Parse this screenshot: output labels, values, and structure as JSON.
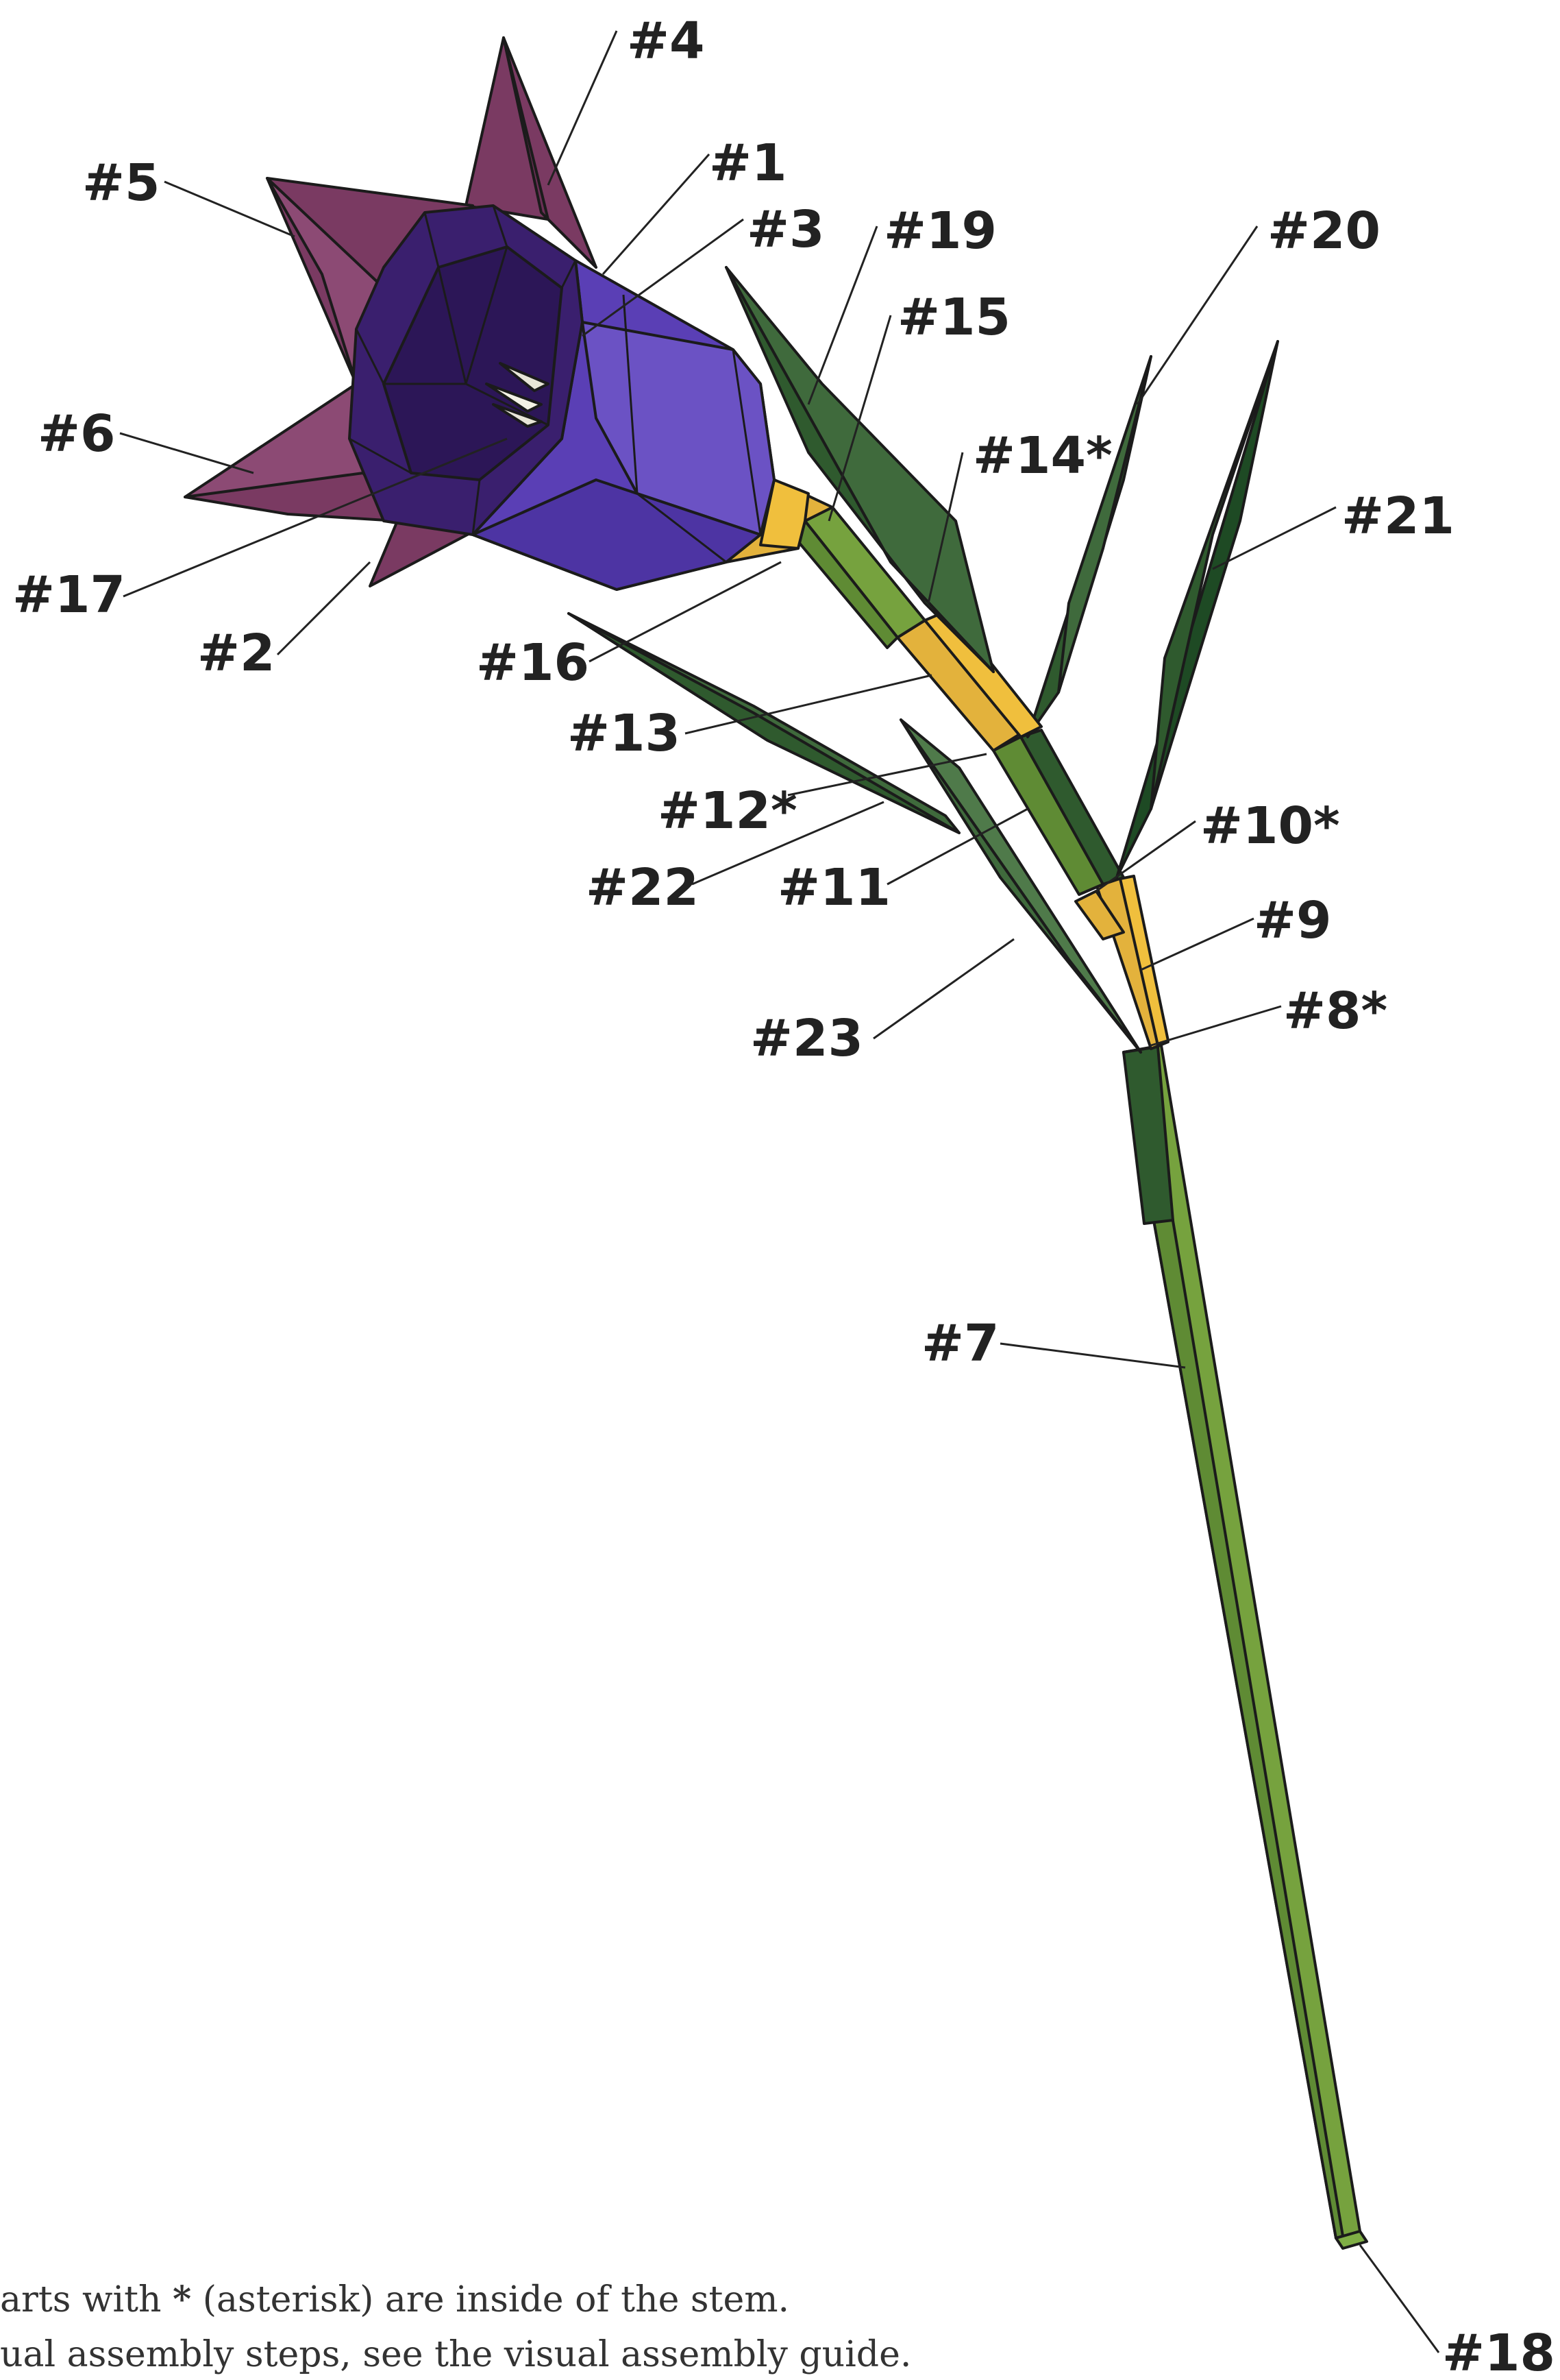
{
  "labels": {
    "p1": "#1",
    "p2": "#2",
    "p3": "#3",
    "p4": "#4",
    "p5": "#5",
    "p6": "#6",
    "p7": "#7",
    "p8": "#8*",
    "p9": "#9",
    "p10": "#10*",
    "p11": "#11",
    "p12": "#12*",
    "p13": "#13",
    "p14": "#14*",
    "p15": "#15",
    "p16": "#16",
    "p17": "#17",
    "p18": "#18",
    "p19": "#19",
    "p20": "#20",
    "p21": "#21",
    "p22": "#22",
    "p23": "#23"
  },
  "notes": {
    "line1_a": "arts with ",
    "line1_b": "*",
    "line1_c": " (asterisk) are inside of the stem.",
    "line2": "ual assembly steps, see the visual assembly guide."
  },
  "colors": {
    "petal_outer": "#7a3a62",
    "petal_outer_light": "#8c4a74",
    "corolla_inner": "#3a1f6e",
    "corolla_outer": "#5a3fb5",
    "corolla_light": "#6b52c4",
    "connector_yellow": "#e3b23c",
    "stem_light": "#76a23e",
    "stem_mid": "#5f8b34",
    "leaf_dark": "#2f5a2e",
    "leaf_mid": "#3f6a3c"
  }
}
